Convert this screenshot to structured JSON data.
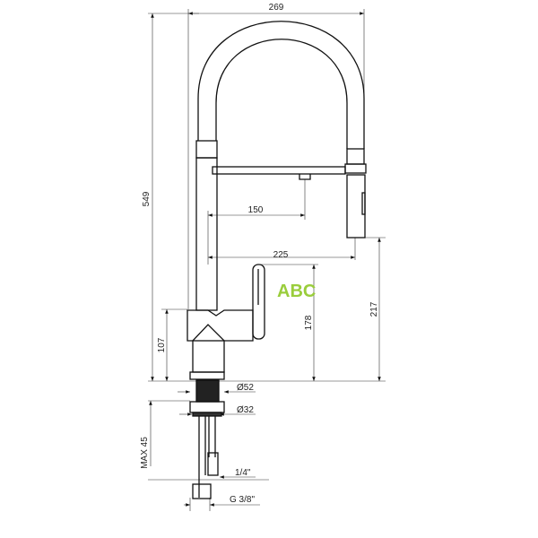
{
  "dimensions": {
    "width_total": "269",
    "height_total": "549",
    "spout_nozzle_reach": "150",
    "spray_reach": "225",
    "handle_height": "178",
    "spray_height": "217",
    "body_height": "107",
    "base_diameter": "Ø52",
    "shank_diameter": "Ø32",
    "max_counter_thickness": "MAX 45",
    "hose_thread": "1/4\"",
    "connection_thread": "G 3/8\""
  },
  "watermark": {
    "text": "ABC",
    "color": "#9acd3c"
  },
  "colors": {
    "line": "#111111",
    "dim_line": "#333333"
  }
}
